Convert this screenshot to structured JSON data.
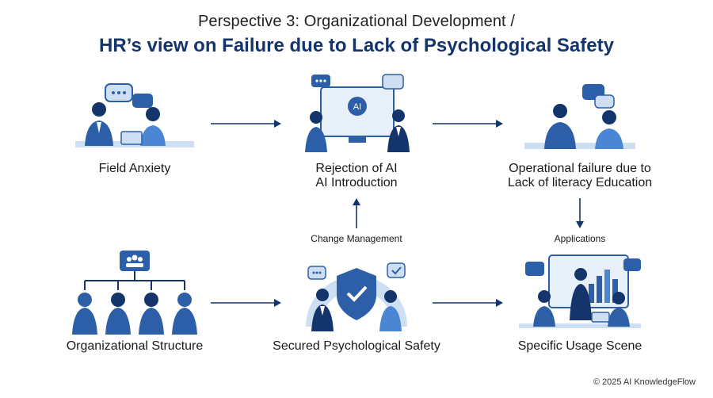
{
  "title": {
    "line1": "Perspective 3: Organizational Development /",
    "line2": "HR’s view on Failure due to Lack of Psychological Safety"
  },
  "nodes": {
    "field_anxiety": {
      "label": "Field Anxiety"
    },
    "rejection": {
      "label_line1": "Rejection of AI",
      "label_line2": "AI Introduction",
      "screen_text": "AI"
    },
    "operational_failure": {
      "label_line1": "Operational failure due to",
      "label_line2": "Lack of literacy Education"
    },
    "org_structure": {
      "label": "Organizational Structure"
    },
    "psych_safety": {
      "label": "Secured Psychological Safety"
    },
    "usage_scene": {
      "label": "Specific Usage Scene"
    }
  },
  "connectors": {
    "change_management": "Change Management",
    "applications": "Applications"
  },
  "footer": "© 2025 AI KnowledgeFlow",
  "colors": {
    "primary": "#2c5fa8",
    "dark": "#14356b",
    "light": "#cfdff3",
    "accent": "#4a86d4"
  }
}
